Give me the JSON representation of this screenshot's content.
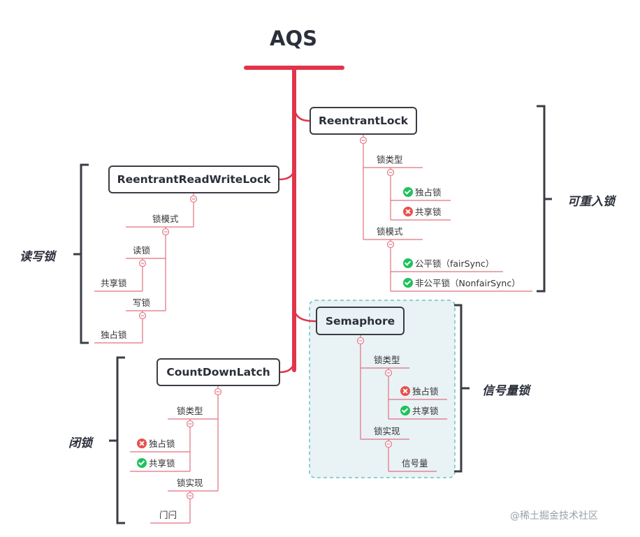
{
  "title": "AQS",
  "nodes": {
    "reentrant_lock": {
      "label": "ReentrantLock",
      "groups": [
        {
          "label": "锁类型",
          "items": [
            {
              "label": "独占锁",
              "status": "yes"
            },
            {
              "label": "共享锁",
              "status": "no"
            }
          ]
        },
        {
          "label": "锁模式",
          "items": [
            {
              "label": "公平锁（fairSync）",
              "status": "yes"
            },
            {
              "label": "非公平锁（NonfairSync）",
              "status": "yes"
            }
          ]
        }
      ],
      "side_label": "可重入锁"
    },
    "rw_lock": {
      "label": "ReentrantReadWriteLock",
      "mode_label": "锁模式",
      "read": {
        "label": "读锁",
        "item": "共享锁"
      },
      "write": {
        "label": "写锁",
        "item": "独占锁"
      },
      "side_label": "读写锁"
    },
    "semaphore": {
      "label": "Semaphore",
      "type_label": "锁类型",
      "items": [
        {
          "label": "独占锁",
          "status": "no"
        },
        {
          "label": "共享锁",
          "status": "yes"
        }
      ],
      "impl_label": "锁实现",
      "impl_item": "信号量",
      "side_label": "信号量锁"
    },
    "countdown": {
      "label": "CountDownLatch",
      "type_label": "锁类型",
      "items": [
        {
          "label": "独占锁",
          "status": "no"
        },
        {
          "label": "共享锁",
          "status": "yes"
        }
      ],
      "impl_label": "锁实现",
      "impl_item": "门闩",
      "side_label": "闭锁"
    }
  },
  "watermark": "@稀土掘金技术社区",
  "colors": {
    "trunk": "#e0354a",
    "branch": "#e07080",
    "bracket": "#3a3d45",
    "ok": "#1ec25c",
    "no": "#e8504d",
    "sem_fill": "#e9f2f5",
    "sem_border": "#6cc4c4"
  }
}
